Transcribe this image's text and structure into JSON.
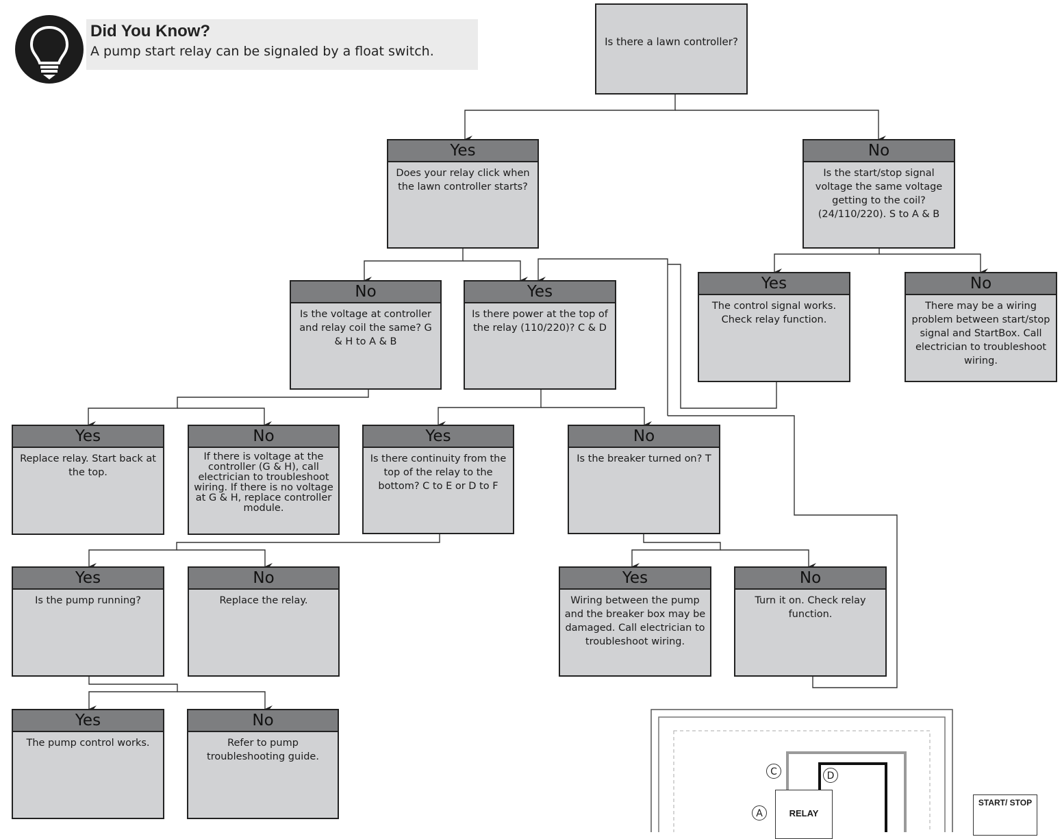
{
  "tip": {
    "title": "Did You Know?",
    "text": "A pump start relay can be signaled by a float switch."
  },
  "root": {
    "text": "Is there a lawn controller?"
  },
  "nodes": {
    "yes_relay_click": {
      "hdr": "Yes",
      "text": "Does your relay click when the lawn controller starts?"
    },
    "no_signal_voltage": {
      "hdr": "No",
      "text": "Is the start/stop signal voltage the same voltage getting to the coil? (24/110/220). S to A & B"
    },
    "no_voltage_coil": {
      "hdr": "No",
      "text": "Is the voltage at controller and relay coil the same? G & H to A & B"
    },
    "yes_power_top": {
      "hdr": "Yes",
      "text": "Is there power at the top of the relay (110/220)? C & D"
    },
    "yes_control_signal": {
      "hdr": "Yes",
      "text": "The control signal works. Check relay function."
    },
    "no_wiring_problem": {
      "hdr": "No",
      "text": "There may be a wiring problem between start/stop signal and StartBox. Call electrician to troubleshoot wiring."
    },
    "yes_replace_relay_top": {
      "hdr": "Yes",
      "text": "Replace relay. Start back at the top."
    },
    "no_controller_voltage": {
      "hdr": "No",
      "text": "If there is voltage at the controller (G & H), call electrician to troubleshoot wiring. If there is no voltage at G & H, replace controller module."
    },
    "yes_continuity": {
      "hdr": "Yes",
      "text": "Is there continuity from the top of the relay to the bottom? C to E or D to F"
    },
    "no_breaker": {
      "hdr": "No",
      "text": "Is the breaker turned on? T"
    },
    "yes_pump_running": {
      "hdr": "Yes",
      "text": "Is the pump running?"
    },
    "no_replace_relay": {
      "hdr": "No",
      "text": "Replace the relay."
    },
    "yes_wiring_damaged": {
      "hdr": "Yes",
      "text": "Wiring between the pump and the breaker box may be damaged. Call electrician to troubleshoot wiring."
    },
    "no_turn_on": {
      "hdr": "No",
      "text": "Turn it on. Check relay function."
    },
    "yes_pump_works": {
      "hdr": "Yes",
      "text": "The pump control works."
    },
    "no_refer_guide": {
      "hdr": "No",
      "text": "Refer to pump troubleshooting guide."
    }
  },
  "wiring": {
    "relay_label": "RELAY",
    "terminals": [
      "A",
      "C",
      "D"
    ],
    "start_stop_label": "START/ STOP"
  },
  "colors": {
    "header": "#7d7e80",
    "box": "#d1d2d4",
    "line": "#333333",
    "bulb": "#1c1c1c"
  }
}
